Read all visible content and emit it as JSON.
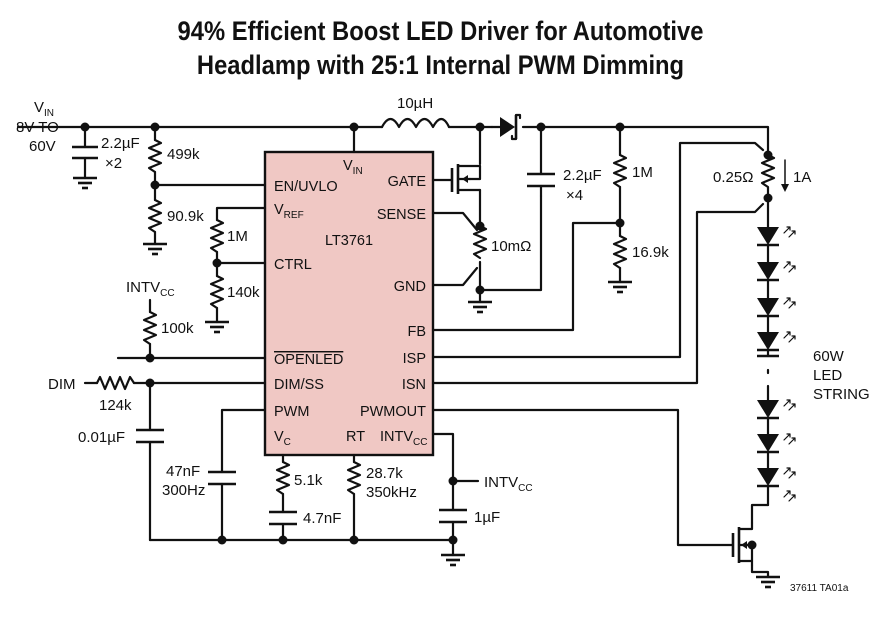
{
  "title": {
    "line1": "94% Efficient Boost LED Driver for Automotive",
    "line2": "Headlamp with 25:1 Internal PWM Dimming"
  },
  "colors": {
    "ic_fill": "#f0c8c4",
    "wire": "#111111"
  },
  "ic": {
    "name": "LT3761",
    "pins": {
      "vin": "V",
      "vin_sub": "IN",
      "en": "EN/UVLO",
      "vref": "V",
      "vref_sub": "REF",
      "ctrl": "CTRL",
      "openled": "OPENLED",
      "dim": "DIM/SS",
      "pwm": "PWM",
      "vc": "V",
      "vc_sub": "C",
      "rt": "RT",
      "intvcc": "INTV",
      "intvcc_sub": "CC",
      "gate": "GATE",
      "sense": "SENSE",
      "gnd": "GND",
      "fb": "FB",
      "isp": "ISP",
      "isn": "ISN",
      "pwmout": "PWMOUT"
    }
  },
  "labels": {
    "vin_main": "V",
    "vin_sub": "IN",
    "vin_range1": "8V TO",
    "vin_range2": "60V",
    "cin1": "2.2µF",
    "cin2": "×2",
    "r_499k": "499k",
    "r_909k": "90.9k",
    "r_1m_ctrl": "1M",
    "r_140k": "140k",
    "intvcc_left": "INTV",
    "intvcc_left_sub": "CC",
    "r_100k": "100k",
    "dim": "DIM",
    "r_124k": "124k",
    "c_001": "0.01µF",
    "c_47n": "47nF",
    "freq_300": "300Hz",
    "r_51k": "5.1k",
    "c_47nf": "4.7nF",
    "r_287k": "28.7k",
    "freq_350": "350kHz",
    "intvcc_right": "INTV",
    "intvcc_right_sub": "CC",
    "c_1u": "1µF",
    "inductor": "10µH",
    "cout1": "2.2µF",
    "cout2": "×4",
    "r_sense": "10mΩ",
    "r_1m_fb": "1M",
    "r_169k": "16.9k",
    "r_isense": "0.25Ω",
    "current": "1A",
    "led1": "60W",
    "led2": "LED",
    "led3": "STRING",
    "fig_id": "37611 TA01a"
  }
}
